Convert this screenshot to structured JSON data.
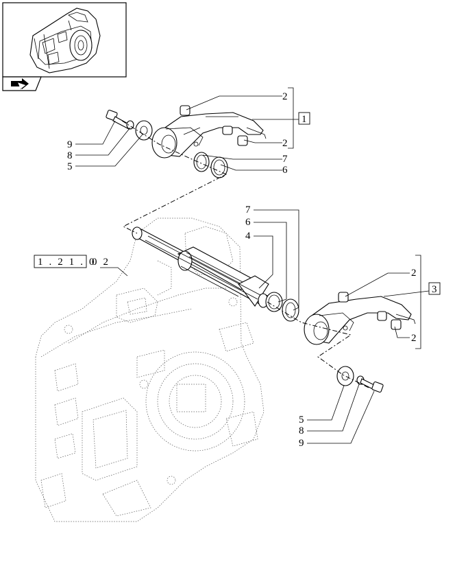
{
  "callouts": {
    "c9_top": "9",
    "c8_top": "8",
    "c5_top": "5",
    "c2_a": "2",
    "c2_b": "2",
    "c7_top": "7",
    "c6_top": "6",
    "box1": "1",
    "c7_mid": "7",
    "c6_mid": "6",
    "c4_mid": "4",
    "c2_c": "2",
    "c2_d": "2",
    "box3": "3",
    "c5_bot": "5",
    "c8_bot": "8",
    "c9_bot": "9"
  },
  "reference": "1.21.0",
  "reference_suffix": "02"
}
